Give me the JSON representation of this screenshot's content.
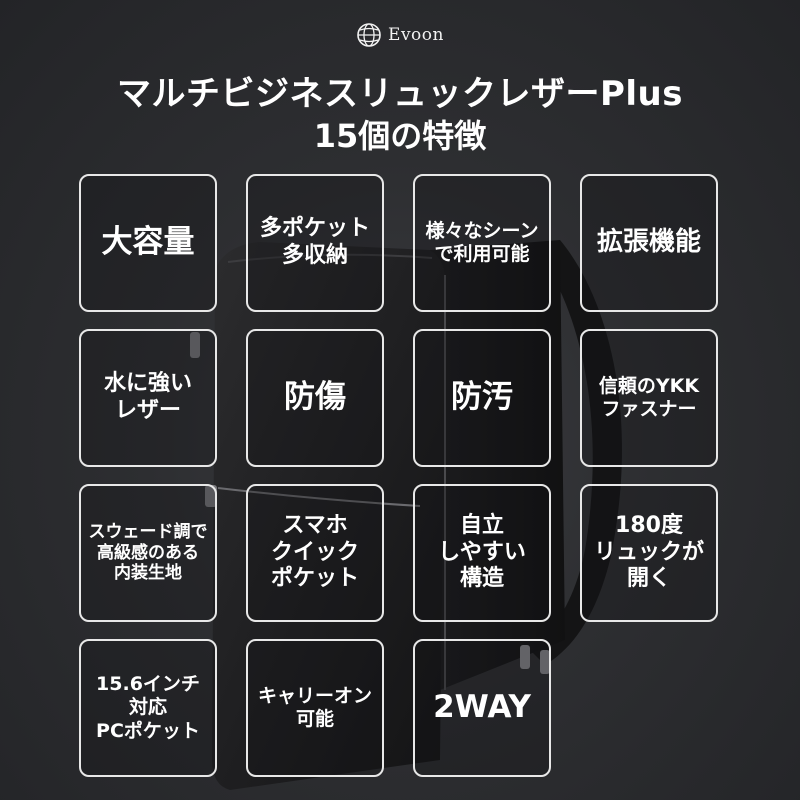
{
  "brand": {
    "logo_text": "Evoon",
    "logo_icon": "globe-icon"
  },
  "header": {
    "title_line1": "マルチビジネスリュックレザーPlus",
    "title_line2": "15個の特徴"
  },
  "features": [
    {
      "label": "大容量",
      "size": "fs-xl"
    },
    {
      "label": "多ポケット\n多収納",
      "size": "fs-m"
    },
    {
      "label": "様々なシーン\nで利用可能",
      "size": "fs-s"
    },
    {
      "label": "拡張機能",
      "size": "fs-l"
    },
    {
      "label": "水に強い\nレザー",
      "size": "fs-m"
    },
    {
      "label": "防傷",
      "size": "fs-xl"
    },
    {
      "label": "防汚",
      "size": "fs-xl"
    },
    {
      "label": "信頼のYKK\nファスナー",
      "size": "fs-s"
    },
    {
      "label": "スウェード調で\n高級感のある\n内装生地",
      "size": "fs-xs"
    },
    {
      "label": "スマホ\nクイック\nポケット",
      "size": "fs-m"
    },
    {
      "label": "自立\nしやすい\n構造",
      "size": "fs-m"
    },
    {
      "label": "180度\nリュックが\n開く",
      "size": "fs-m"
    },
    {
      "label": "15.6インチ\n対応\nPCポケット",
      "size": "fs-s"
    },
    {
      "label": "キャリーオン\n可能",
      "size": "fs-s"
    },
    {
      "label": "2WAY",
      "size": "fs-xl"
    }
  ],
  "colors": {
    "background": "#2a2b2e",
    "card_border": "#e8e8e8",
    "text": "#ffffff"
  }
}
